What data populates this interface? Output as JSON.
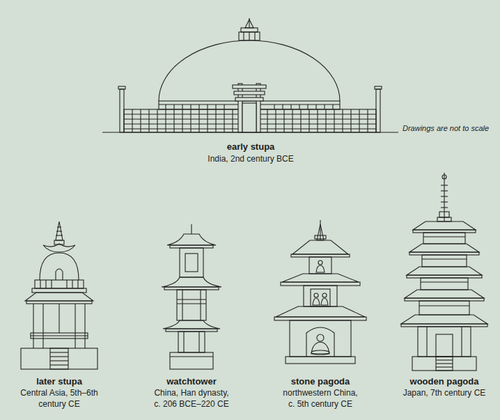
{
  "diagram": {
    "labels": [
      "early stupa",
      "India, 2nd century BCE",
      "Drawings are not to scale",
      "later stupa",
      "Central Asia, 5th–6th century CE",
      "watchtower",
      "China, Han dynasty, c. 206 BCE–220 CE",
      "stone pagoda",
      "northwestern China, c. 5th century CE",
      "wooden pagoda",
      "Japan, 7th century CE"
    ]
  }
}
